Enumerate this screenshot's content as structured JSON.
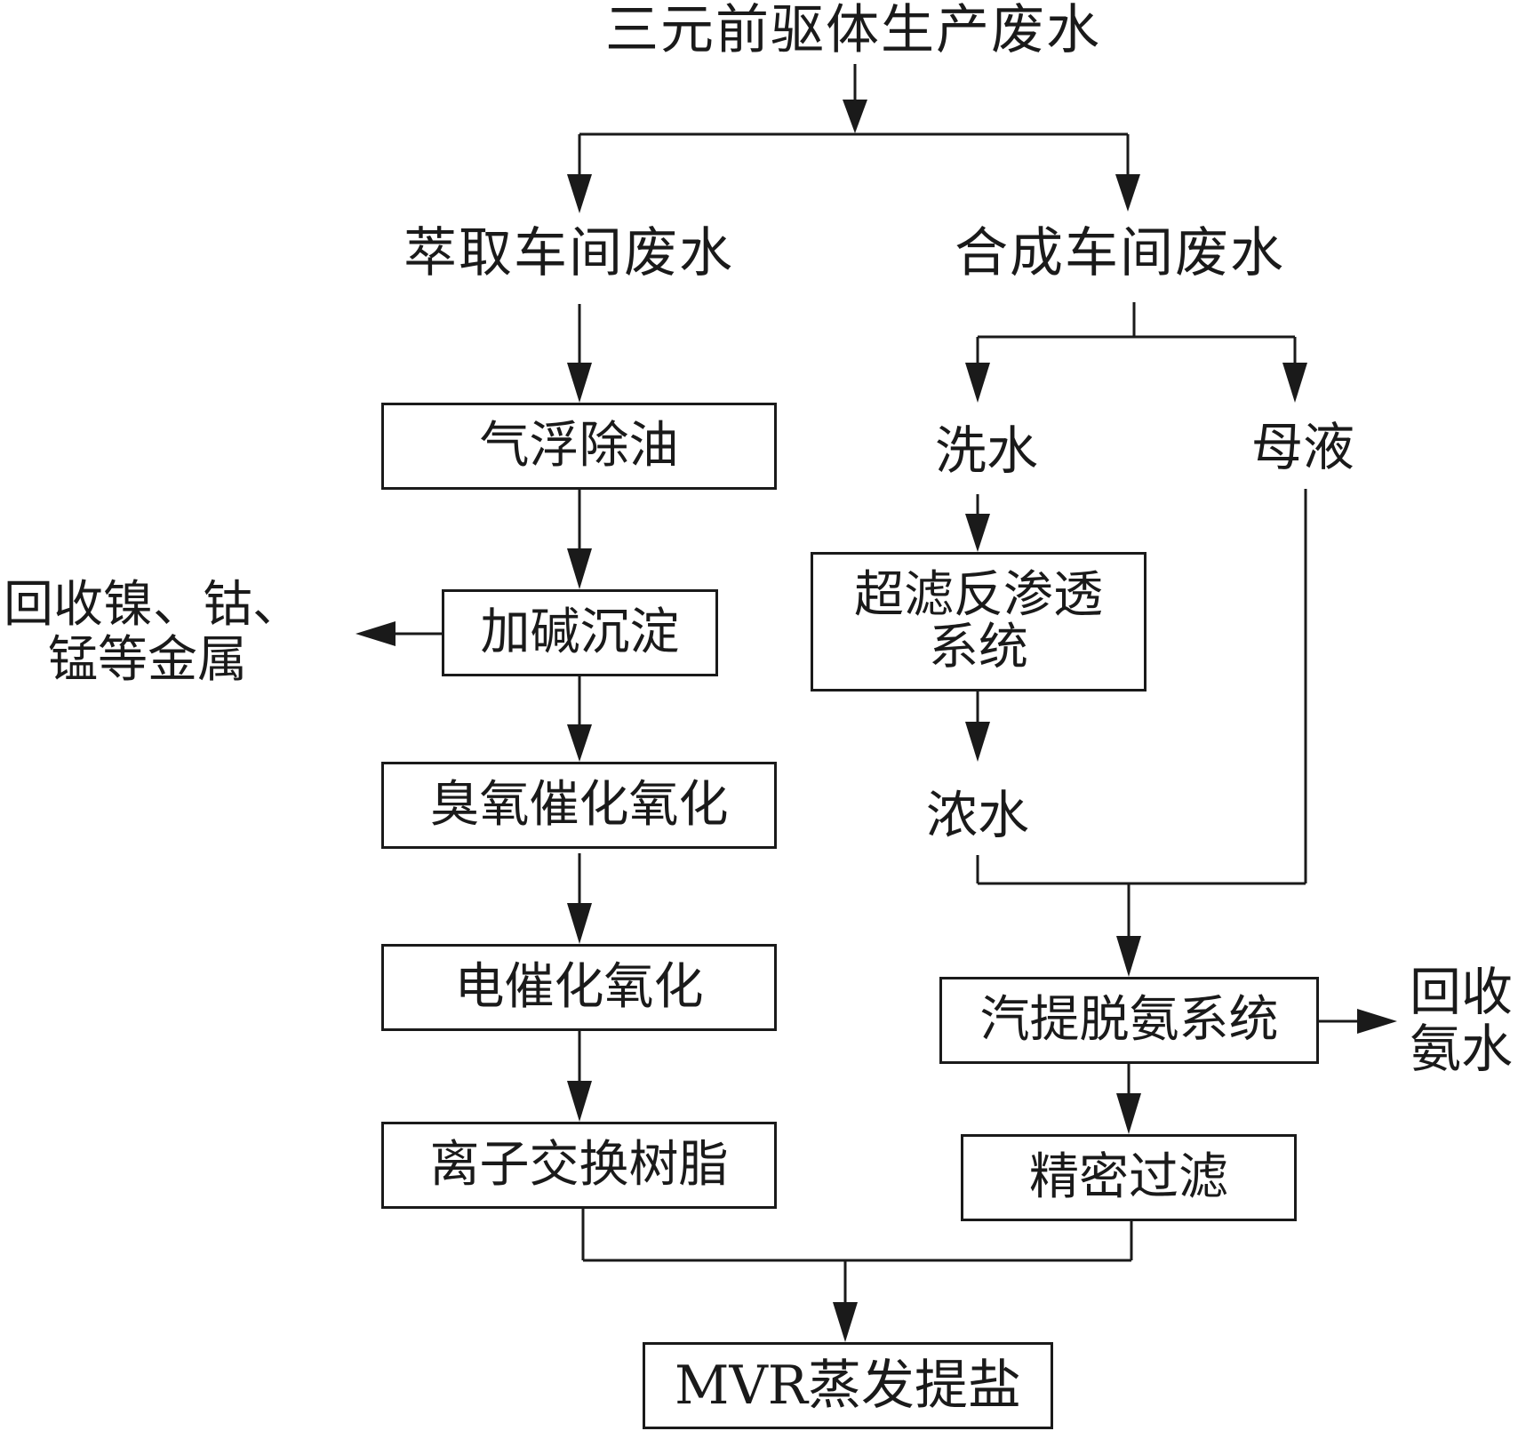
{
  "diagram": {
    "title": "三元前驱体生产废水",
    "branches": {
      "left": {
        "source": "萃取车间废水",
        "steps": [
          "气浮除油",
          "加碱沉淀",
          "臭氧催化氧化",
          "电催化氧化",
          "离子交换树脂"
        ],
        "side_output": {
          "line1": "回收镍、钴、",
          "line2": "锰等金属"
        }
      },
      "right": {
        "source": "合成车间废水",
        "wash_water": "洗水",
        "mother_liquor": "母液",
        "membrane_step": {
          "line1": "超滤反渗透",
          "line2": "系统"
        },
        "concentrate": "浓水",
        "stripping_step": "汽提脱氨系统",
        "side_output": {
          "line1": "回收",
          "line2": "氨水"
        },
        "filter_step": "精密过滤"
      }
    },
    "final_step": "MVR蒸发提盐",
    "colors": {
      "stroke": "#1a1a1a",
      "background": "#ffffff"
    }
  }
}
